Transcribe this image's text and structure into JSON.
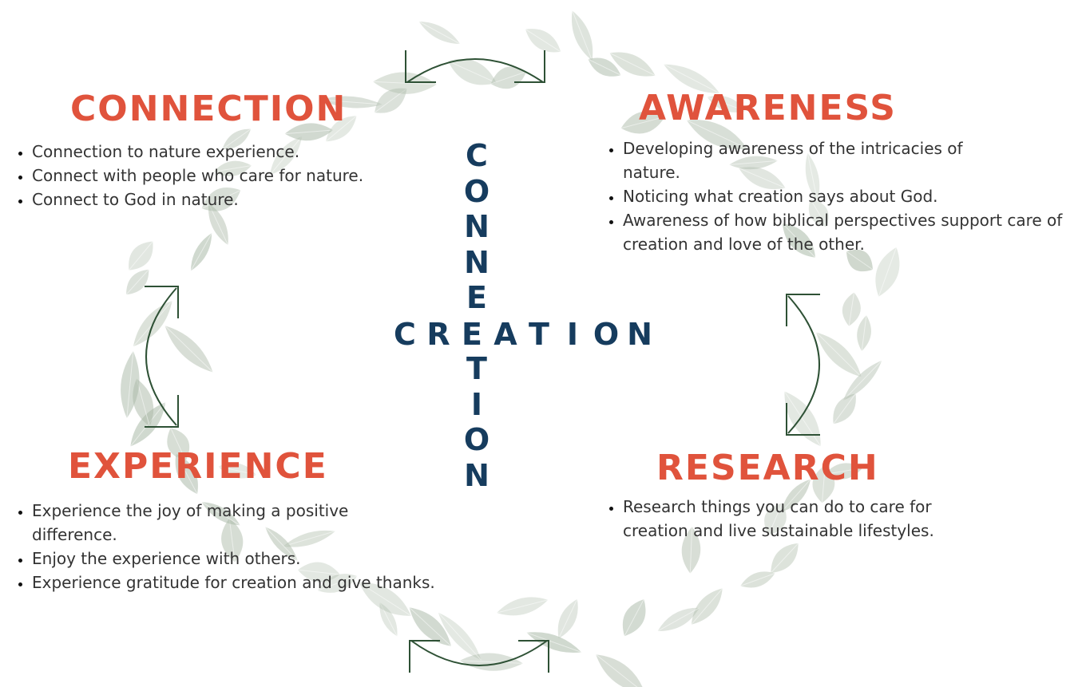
{
  "colors": {
    "heading": "#e0533c",
    "center": "#163c5e",
    "arrow": "#2e5135",
    "leaf": "#a9b8a6",
    "text": "#333333"
  },
  "center": {
    "horizontal_word": "CREATION",
    "vertical_word": "CONNECTION"
  },
  "sections": {
    "connection": {
      "heading": "CONNECTION",
      "items": [
        "Connection to nature experience.",
        "Connect with people who care for nature.",
        "Connect to God in nature."
      ]
    },
    "awareness": {
      "heading": "AWARENESS",
      "items": [
        "Developing awareness of the intricacies of nature.",
        "Noticing what creation says about God.",
        "Awareness of how biblical perspectives support care of creation and love of the other."
      ]
    },
    "experience": {
      "heading": "EXPERIENCE",
      "items": [
        "Experience the joy of making a positive difference.",
        "Enjoy the experience with others.",
        "Experience gratitude for creation and give thanks."
      ]
    },
    "research": {
      "heading": "RESEARCH",
      "items": [
        "Research things you can do to care for creation and live sustainable lifestyles."
      ]
    }
  }
}
